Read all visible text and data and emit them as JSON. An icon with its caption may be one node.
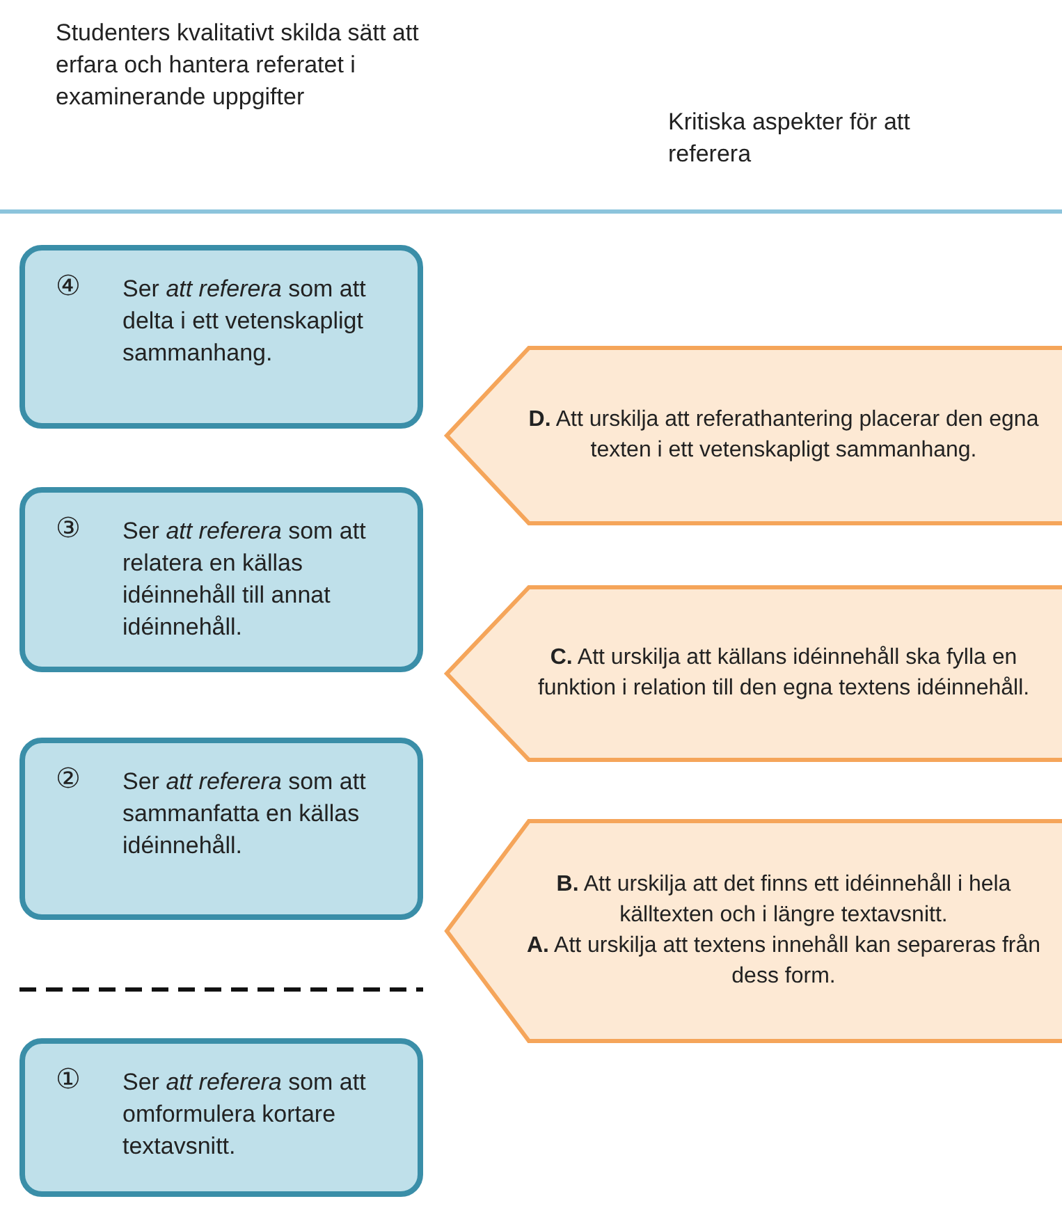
{
  "diagram": {
    "nodes": [
      {
        "text": [
          "④",
          "Ser *att referera* som att delta i ett vetenskapligt sammanhang."
        ]
      },
      {
        "text": [
          "**D.** Att urskilja att referathantering placerar den egna texten i ett vetenskapligt sammanhang."
        ]
      },
      {
        "text": [
          "③",
          "Ser *att referera* som att relatera en källas idéinnehåll till annat idéinnehåll."
        ]
      },
      {
        "text": [
          "**C.**  Att urskilja att källans idéinnehåll ska fylla en funktion i relation till den egna textens idéinnehåll."
        ]
      },
      {
        "text": [
          "②",
          "Ser *att referera* som att sammanfatta en källas idéinnehåll."
        ]
      },
      {
        "text": [
          "**B.**  Att urskilja att det finns ett idéinnehåll i hela källtexten och i längre textavsnitt.",
          "**A.**  Att urskilja att textens innehåll kan separeras från dess form."
        ]
      },
      {
        "text": [
          "①",
          "Ser *att referera* som att omformulera kortare textavsnitt."
        ]
      }
    ],
    "labels": [
      "Studenters kvalitativt skilda sätt att erfara och hantera referatet i examinerande uppgifter",
      "Kritiska aspekter för att referera"
    ]
  }
}
